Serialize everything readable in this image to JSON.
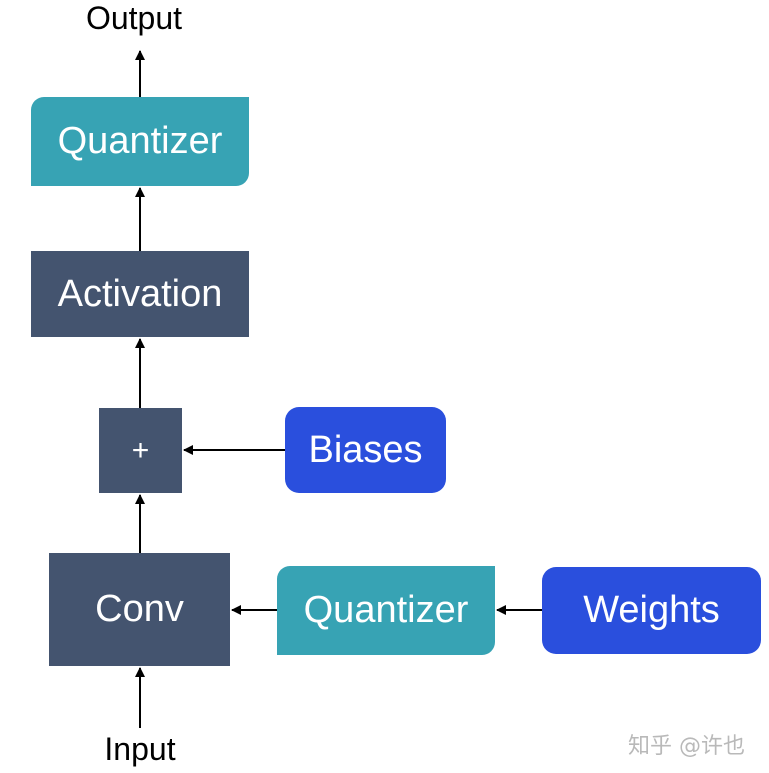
{
  "diagram": {
    "output_label": "Output",
    "input_label": "Input",
    "nodes": {
      "quantizer_top": "Quantizer",
      "activation": "Activation",
      "add": "+",
      "biases": "Biases",
      "conv": "Conv",
      "quantizer_weights": "Quantizer",
      "weights": "Weights"
    }
  },
  "watermark": "知乎 @许也",
  "colors": {
    "dark_node": "#44546f",
    "teal_node": "#37a3b4",
    "blue_node": "#2a4fdd",
    "arrow": "#000000",
    "text": "#000000"
  }
}
